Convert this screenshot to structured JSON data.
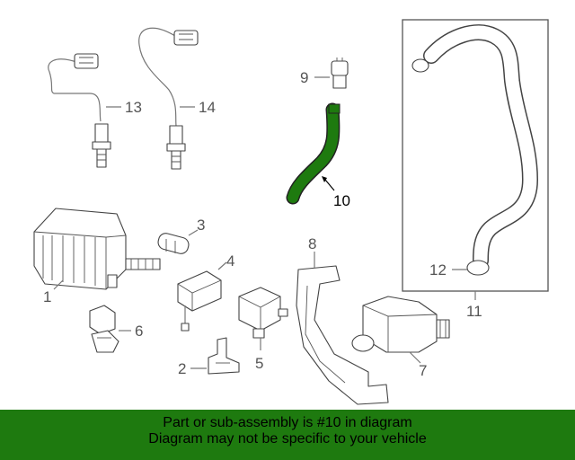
{
  "callouts": {
    "c1": "1",
    "c2": "2",
    "c3": "3",
    "c4": "4",
    "c5": "5",
    "c6": "6",
    "c7": "7",
    "c8": "8",
    "c9": "9",
    "c10": "10",
    "c11": "11",
    "c12": "12",
    "c13": "13",
    "c14": "14"
  },
  "banner": {
    "line1": "Part or sub-assembly is #10 in diagram",
    "line2": "Diagram may not be specific to your vehicle"
  },
  "colors": {
    "highlight": "#1e7a0f",
    "banner_bg": "#1e7a0f"
  }
}
